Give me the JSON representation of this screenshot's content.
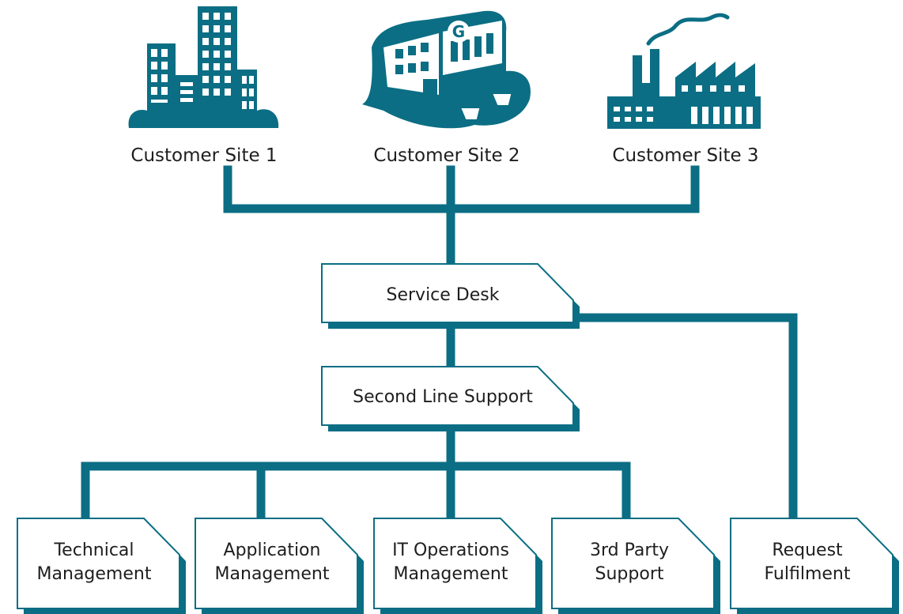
{
  "colors": {
    "accent": "#0b6e84",
    "box_fill": "#ffffff",
    "text": "#1e1e1e"
  },
  "sites": [
    {
      "label": "Customer Site 1",
      "icon": "office-buildings-icon"
    },
    {
      "label": "Customer Site 2",
      "icon": "supermarket-store-icon"
    },
    {
      "label": "Customer Site 3",
      "icon": "factory-icon"
    }
  ],
  "boxes": {
    "service_desk": {
      "label": "Service Desk"
    },
    "second_line": {
      "label": "Second Line Support"
    },
    "technical": {
      "line1": "Technical",
      "line2": "Management"
    },
    "application": {
      "line1": "Application",
      "line2": "Management"
    },
    "it_operations": {
      "line1": "IT Operations",
      "line2": "Management"
    },
    "third_party": {
      "line1": "3rd Party",
      "line2": "Support"
    },
    "request": {
      "line1": "Request",
      "line2": "Fulfilment"
    }
  }
}
